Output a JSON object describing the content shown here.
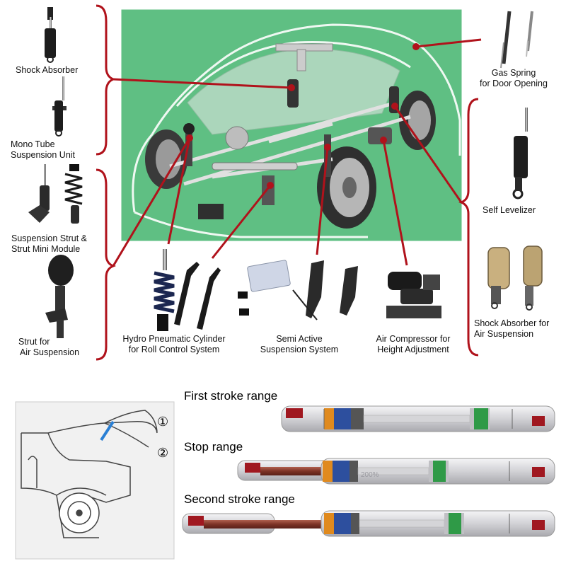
{
  "colors": {
    "panel_green": "#5fbf83",
    "leader_red": "#b0121b",
    "rod_brown": "#8a3b2e",
    "tube_silver": "#d9d9dc",
    "ring_blue": "#2d4f9e",
    "ring_orange": "#e08a1e",
    "ring_green": "#2f9a47",
    "cap_red": "#a01820"
  },
  "components": {
    "shock_absorber": "Shock Absorber",
    "mono_tube": [
      "Mono Tube",
      "Suspension Unit"
    ],
    "suspension_strut": [
      "Suspension Strut &",
      "Strut Mini Module"
    ],
    "strut_air": [
      "Strut for",
      "Air Suspension"
    ],
    "hydro_pneumatic": [
      "Hydro Pneumatic Cylinder",
      "for Roll Control System"
    ],
    "semi_active": [
      "Semi Active",
      "Suspension System"
    ],
    "air_compressor": [
      "Air Compressor for",
      "Height Adjustment"
    ],
    "gas_spring": [
      "Gas Spring",
      "for Door Opening"
    ],
    "self_levelizer": "Self Levelizer",
    "shock_air": [
      "Shock Absorber for",
      "Air Suspension"
    ]
  },
  "stroke": {
    "first": "First stroke range",
    "stop": "Stop range",
    "second": "Second stroke range",
    "marker_1": "①",
    "marker_2": "②",
    "watermark": "200%"
  }
}
